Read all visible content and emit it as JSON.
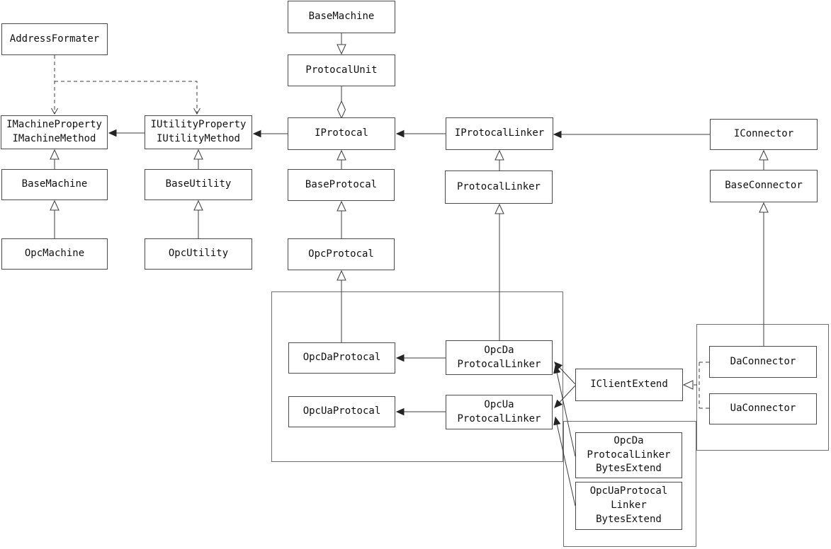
{
  "diagram": {
    "kind": "uml-class-diagram",
    "colors": {
      "background": "#ffffff",
      "box_fill": "#ffffff",
      "box_border": "#4b4b4b",
      "container_border": "#6e6e6e",
      "line": "#3d3d3d",
      "text": "#111111"
    },
    "nodes": {
      "address_formater": {
        "label": "AddressFormater"
      },
      "i_machine": {
        "label": "IMachineProperty\nIMachineMethod"
      },
      "i_utility": {
        "label": "IUtilityProperty\nIUtilityMethod"
      },
      "base_machine_left": {
        "label": "BaseMachine"
      },
      "opc_machine": {
        "label": "OpcMachine"
      },
      "base_utility": {
        "label": "BaseUtility"
      },
      "opc_utility": {
        "label": "OpcUtility"
      },
      "base_machine_top": {
        "label": "BaseMachine"
      },
      "protocal_unit": {
        "label": "ProtocalUnit"
      },
      "i_protocal": {
        "label": "IProtocal"
      },
      "base_protocal": {
        "label": "BaseProtocal"
      },
      "opc_protocal": {
        "label": "OpcProtocal"
      },
      "i_protocal_linker": {
        "label": "IProtocalLinker"
      },
      "protocal_linker": {
        "label": "ProtocalLinker"
      },
      "i_connector": {
        "label": "IConnector"
      },
      "base_connector": {
        "label": "BaseConnector"
      },
      "opc_da_protocal": {
        "label": "OpcDaProtocal"
      },
      "opc_ua_protocal": {
        "label": "OpcUaProtocal"
      },
      "opc_da_protocal_linker": {
        "label": "OpcDa\nProtocalLinker"
      },
      "opc_ua_protocal_linker": {
        "label": "OpcUa\nProtocalLinker"
      },
      "i_client_extend": {
        "label": "IClientExtend"
      },
      "da_connector": {
        "label": "DaConnector"
      },
      "ua_connector": {
        "label": "UaConnector"
      },
      "opc_da_protocal_linker_bytes_extend": {
        "label": "OpcDa\nProtocalLinker\nBytesExtend"
      },
      "opc_ua_protocal_linker_bytes_extend": {
        "label": "OpcUaProtocal\nLinker\nBytesExtend"
      }
    },
    "edges": [
      {
        "from": "BaseMachine",
        "to": "ProtocalUnit",
        "type": "generalization"
      },
      {
        "from": "ProtocalUnit",
        "to": "IProtocal",
        "type": "aggregation"
      },
      {
        "from": "BaseProtocal",
        "to": "IProtocal",
        "type": "generalization"
      },
      {
        "from": "OpcProtocal",
        "to": "BaseProtocal",
        "type": "generalization"
      },
      {
        "from": "OpcDaProtocal",
        "to": "OpcProtocal",
        "type": "generalization"
      },
      {
        "from": "OpcMachine",
        "to": "BaseMachine",
        "type": "generalization"
      },
      {
        "from": "BaseMachine",
        "to": "IMachineProperty IMachineMethod",
        "type": "generalization"
      },
      {
        "from": "OpcUtility",
        "to": "BaseUtility",
        "type": "generalization"
      },
      {
        "from": "BaseUtility",
        "to": "IUtilityProperty IUtilityMethod",
        "type": "generalization"
      },
      {
        "from": "ProtocalLinker",
        "to": "IProtocalLinker",
        "type": "generalization"
      },
      {
        "from": "OpcDa ProtocalLinker",
        "to": "ProtocalLinker",
        "type": "generalization"
      },
      {
        "from": "BaseConnector",
        "to": "IConnector",
        "type": "generalization"
      },
      {
        "from": "DaConnector",
        "to": "BaseConnector",
        "type": "generalization"
      },
      {
        "from": "AddressFormater",
        "to": "IMachineProperty IMachineMethod",
        "type": "dependency"
      },
      {
        "from": "AddressFormater",
        "to": "IUtilityProperty IUtilityMethod",
        "type": "dependency"
      },
      {
        "from": "IUtilityProperty IUtilityMethod",
        "to": "IMachineProperty IMachineMethod",
        "type": "association"
      },
      {
        "from": "IProtocal",
        "to": "IUtilityProperty IUtilityMethod",
        "type": "association"
      },
      {
        "from": "IProtocalLinker",
        "to": "IProtocal",
        "type": "association"
      },
      {
        "from": "IConnector",
        "to": "IProtocalLinker",
        "type": "association"
      },
      {
        "from": "OpcDa ProtocalLinker",
        "to": "OpcDaProtocal",
        "type": "association"
      },
      {
        "from": "OpcUa ProtocalLinker",
        "to": "OpcUaProtocal",
        "type": "association"
      },
      {
        "from": "IClientExtend",
        "to": "OpcDa ProtocalLinker",
        "type": "association"
      },
      {
        "from": "IClientExtend",
        "to": "OpcUa ProtocalLinker",
        "type": "association"
      },
      {
        "from": "OpcDa ProtocalLinker BytesExtend",
        "to": "OpcDa ProtocalLinker",
        "type": "association"
      },
      {
        "from": "OpcUaProtocal Linker BytesExtend",
        "to": "OpcUa ProtocalLinker",
        "type": "association"
      },
      {
        "from": "DaConnector",
        "to": "IClientExtend",
        "type": "realization"
      },
      {
        "from": "UaConnector",
        "to": "IClientExtend",
        "type": "realization"
      }
    ]
  }
}
